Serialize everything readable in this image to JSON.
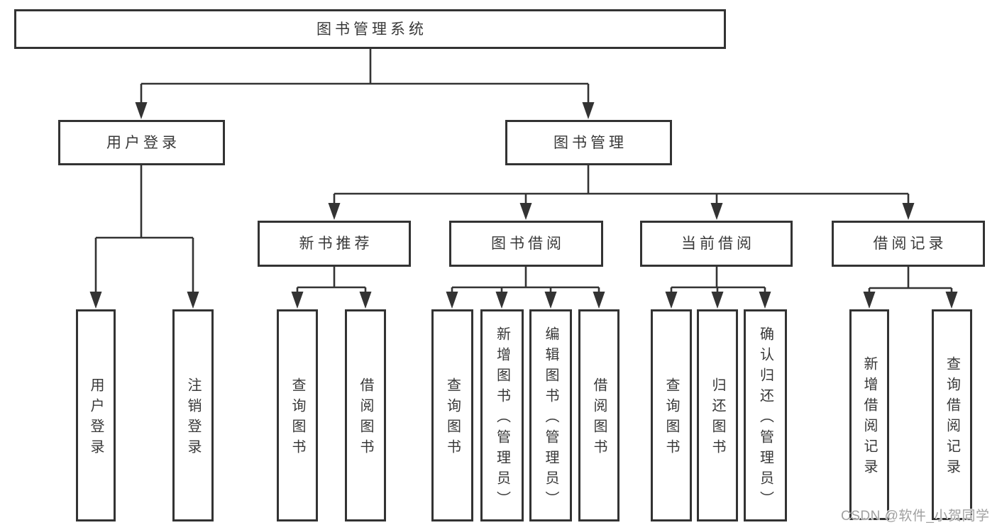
{
  "colors": {
    "line": "#333333",
    "node_border": "#333333",
    "node_text": "#383838",
    "node_bg": "#ffffff",
    "watermark_text": "#a0a0a0"
  },
  "watermark": "CSDN @软件_小贺同学",
  "tree": {
    "root_label": "图书管理系统",
    "login": {
      "label": "用户登录",
      "children": [
        {
          "label": "用户登录"
        },
        {
          "label": "注销登录"
        }
      ]
    },
    "management": {
      "label": "图书管理",
      "sections": [
        {
          "label": "新书推荐",
          "children": [
            {
              "label": "查询图书"
            },
            {
              "label": "借阅图书"
            }
          ]
        },
        {
          "label": "图书借阅",
          "children": [
            {
              "label": "查询图书"
            },
            {
              "label": "新增图书（管理员）"
            },
            {
              "label": "编辑图书（管理员）"
            },
            {
              "label": "借阅图书"
            }
          ]
        },
        {
          "label": "当前借阅",
          "children": [
            {
              "label": "查询图书"
            },
            {
              "label": "归还图书"
            },
            {
              "label": "确认归还（管理员）"
            }
          ]
        },
        {
          "label": "借阅记录",
          "children": [
            {
              "label": "新增借阅记录"
            },
            {
              "label": "查询借阅记录"
            }
          ]
        }
      ]
    }
  }
}
